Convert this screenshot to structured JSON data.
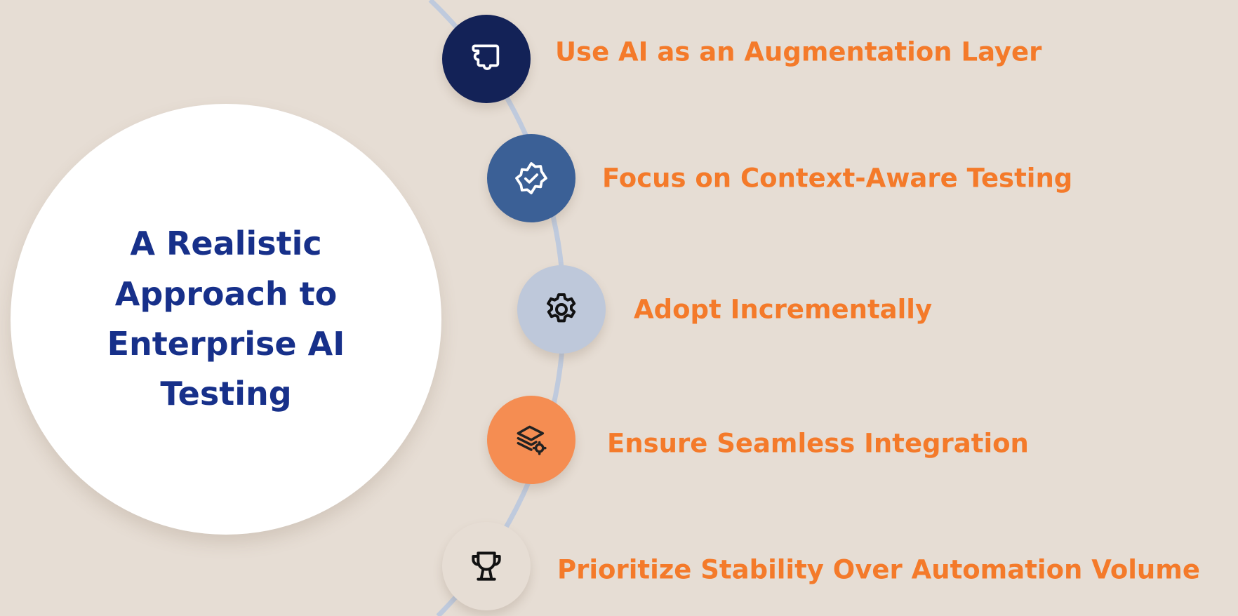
{
  "title": "A Realistic Approach to Enterprise AI Testing",
  "colors": {
    "background": "#e6ddd4",
    "title": "#17308a",
    "label": "#f47a2a",
    "line": "#bfcadd"
  },
  "steps": [
    {
      "label": "Use AI as an Augmentation Layer",
      "icon": "puzzle-icon",
      "color": "#132257"
    },
    {
      "label": "Focus on Context-Aware Testing",
      "icon": "badge-check-icon",
      "color": "#3b6096"
    },
    {
      "label": "Adopt Incrementally",
      "icon": "gear-icon",
      "color": "#bec8da"
    },
    {
      "label": "Ensure Seamless Integration",
      "icon": "layers-gear-icon",
      "color": "#f58d52"
    },
    {
      "label": "Prioritize Stability Over Automation Volume",
      "icon": "trophy-icon",
      "color": "#e6ddd4"
    }
  ]
}
